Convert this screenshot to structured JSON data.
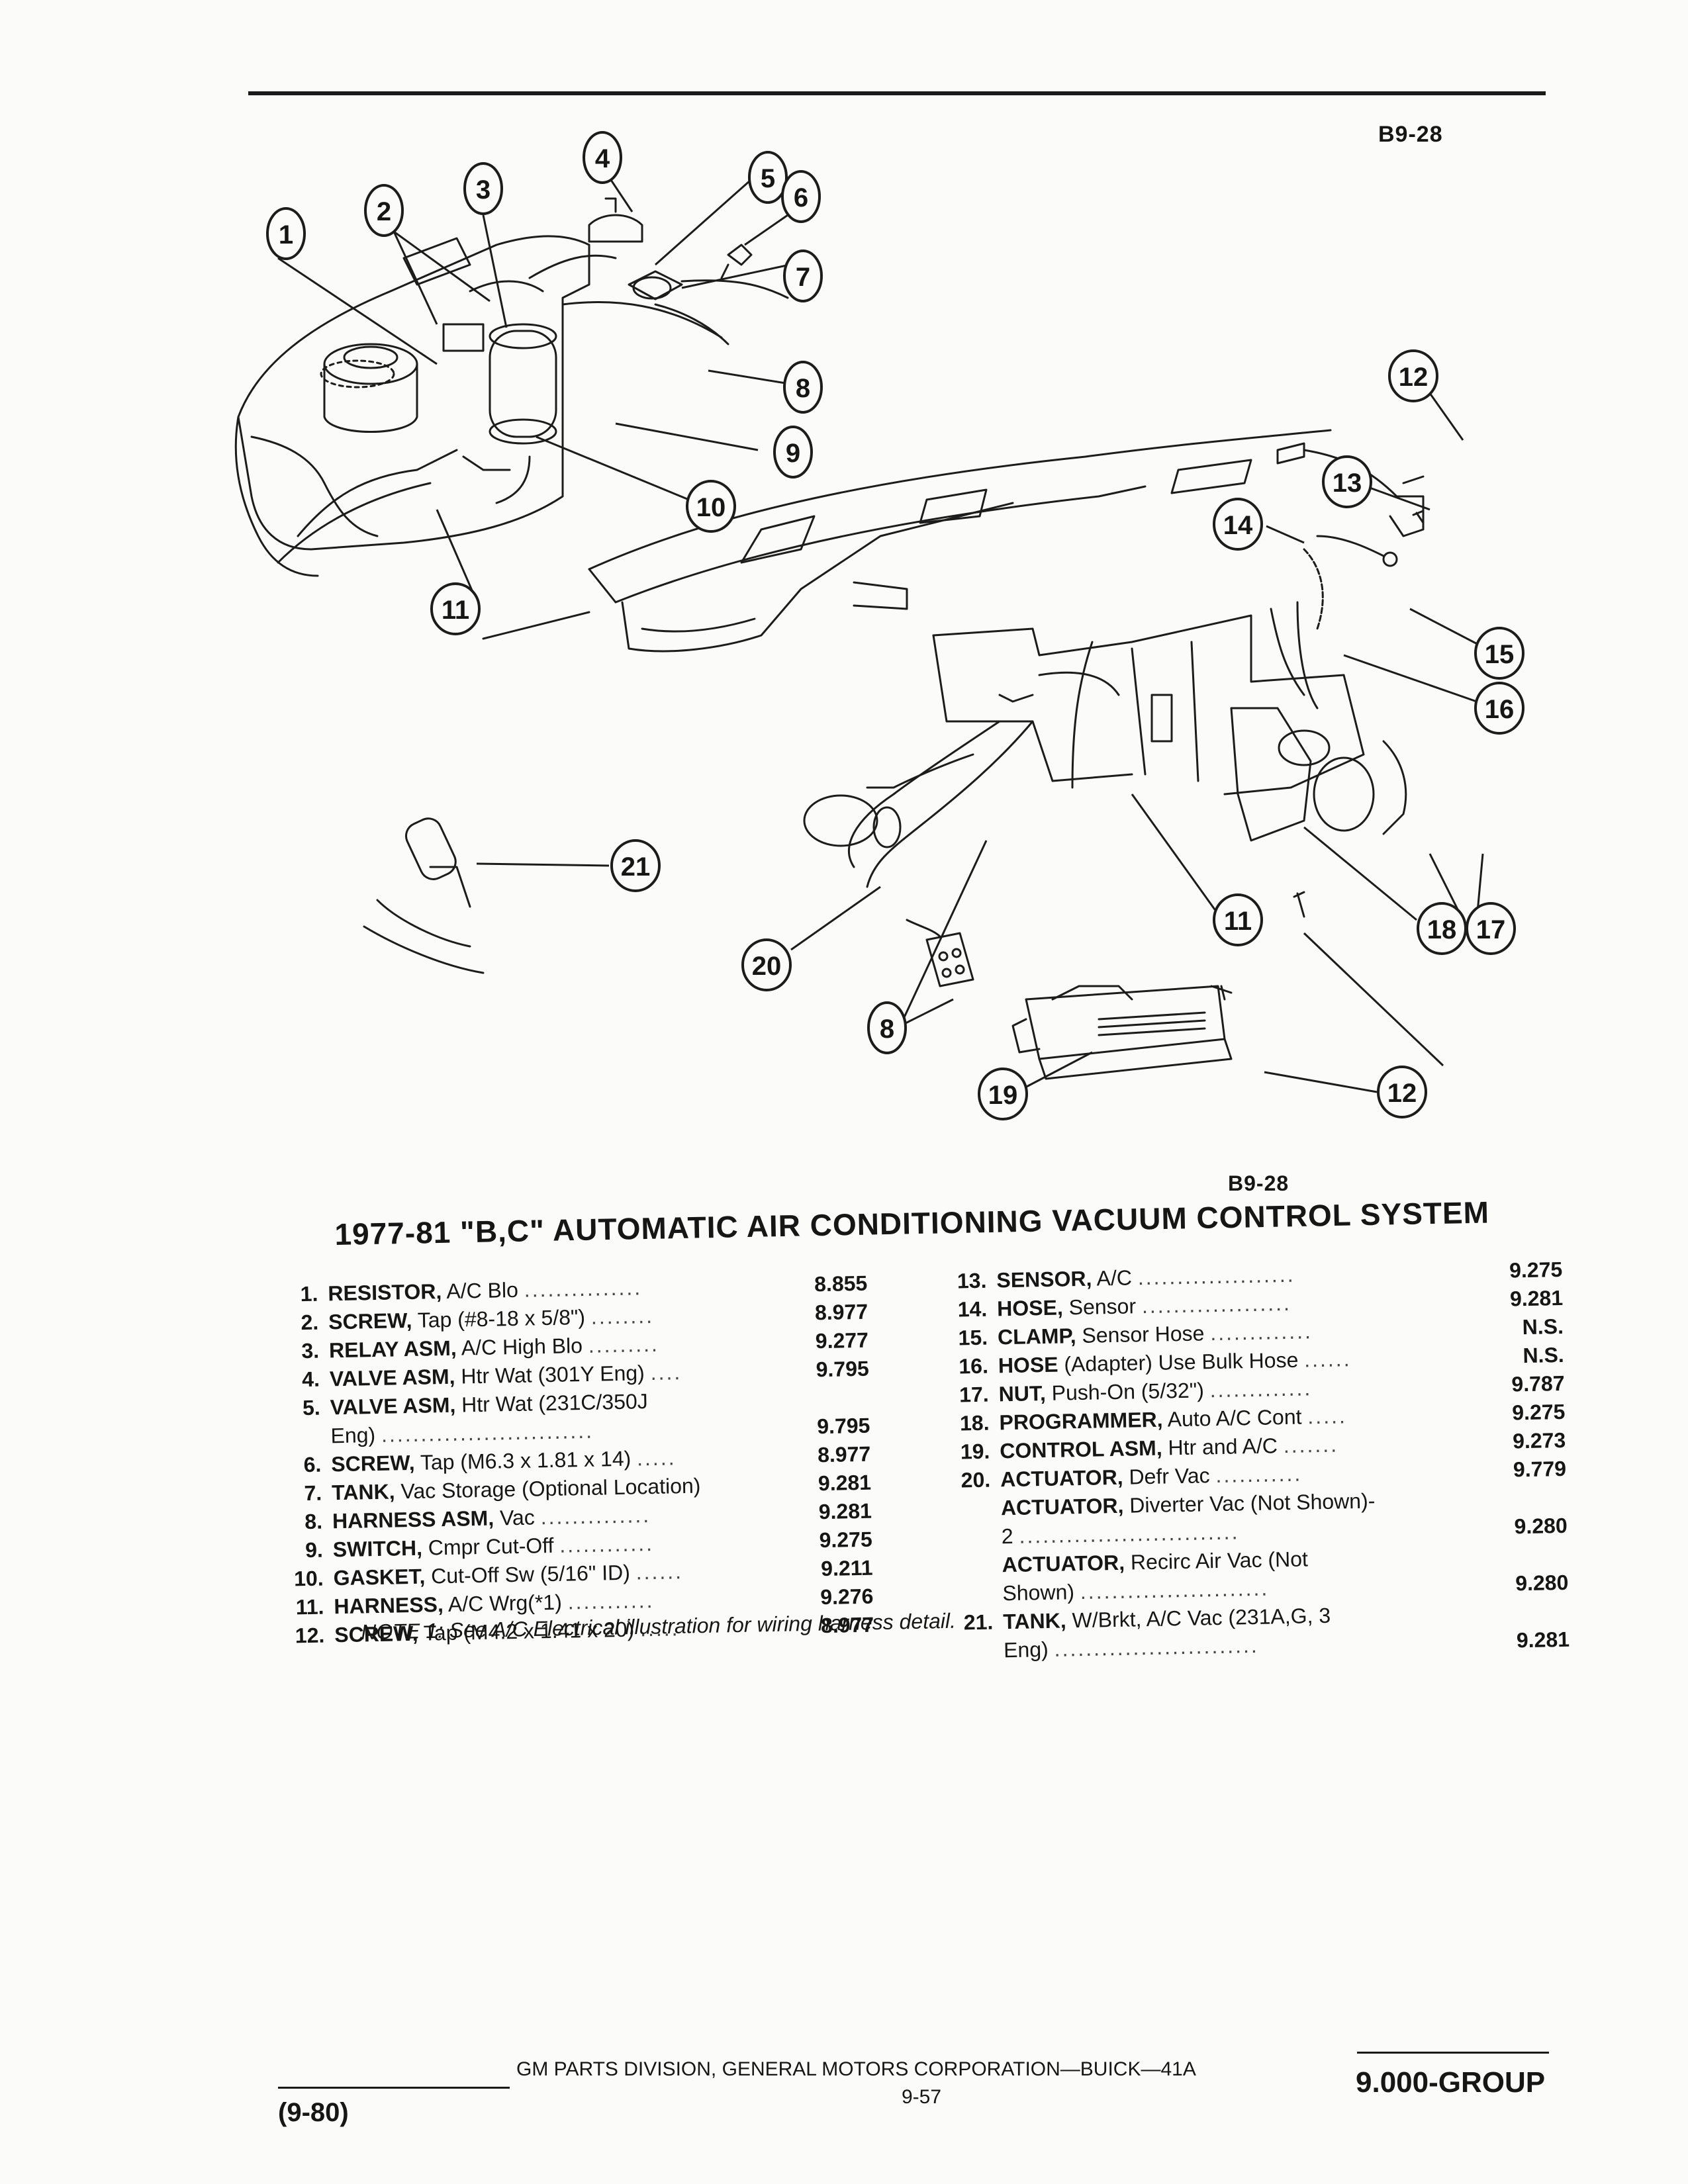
{
  "header": {
    "ref_top": "B9-28"
  },
  "diagram": {
    "ref_bottom": "B9-28",
    "callouts": [
      "1",
      "2",
      "3",
      "4",
      "5",
      "6",
      "7",
      "8",
      "9",
      "10",
      "11",
      "12",
      "13",
      "14",
      "15",
      "16",
      "17",
      "18",
      "19",
      "20",
      "21"
    ],
    "extra_callouts": [
      "8",
      "11",
      "12"
    ]
  },
  "title": "1977-81 \"B,C\" AUTOMATIC AIR CONDITIONING VACUUM CONTROL SYSTEM",
  "parts_left": [
    {
      "num": "1.",
      "name": "RESISTOR,",
      "desc": "A/C Blo",
      "dots": "...............",
      "value": "8.855"
    },
    {
      "num": "2.",
      "name": "SCREW,",
      "desc": "Tap (#8-18 x 5/8\")",
      "dots": "........",
      "value": "8.977"
    },
    {
      "num": "3.",
      "name": "RELAY ASM,",
      "desc": "A/C High Blo",
      "dots": ".........",
      "value": "9.277"
    },
    {
      "num": "4.",
      "name": "VALVE ASM,",
      "desc": "Htr Wat (301Y Eng)",
      "dots": "....",
      "value": "9.795"
    },
    {
      "num": "5.",
      "name": "VALVE ASM,",
      "desc": "Htr Wat (231C/350J",
      "dots": "",
      "value": ""
    },
    {
      "num": "",
      "name": "",
      "desc": "Eng)",
      "dots": "...........................",
      "value": "9.795"
    },
    {
      "num": "6.",
      "name": "SCREW,",
      "desc": "Tap (M6.3 x 1.81 x 14)",
      "dots": ".....",
      "value": "8.977"
    },
    {
      "num": "7.",
      "name": "TANK,",
      "desc": "Vac Storage (Optional Location)",
      "dots": "",
      "value": "9.281"
    },
    {
      "num": "8.",
      "name": "HARNESS ASM,",
      "desc": "Vac",
      "dots": "..............",
      "value": "9.281"
    },
    {
      "num": "9.",
      "name": "SWITCH,",
      "desc": "Cmpr Cut-Off",
      "dots": "............",
      "value": "9.275"
    },
    {
      "num": "10.",
      "name": "GASKET,",
      "desc": "Cut-Off Sw (5/16\" ID)",
      "dots": "......",
      "value": "9.211"
    },
    {
      "num": "11.",
      "name": "HARNESS,",
      "desc": "A/C Wrg(*1)",
      "dots": "...........",
      "value": "9.276"
    },
    {
      "num": "12.",
      "name": "SCREW,",
      "desc": "Tap (M4.2 x 1.41 x 20)",
      "dots": ".....",
      "value": "8.977"
    }
  ],
  "parts_right": [
    {
      "num": "13.",
      "name": "SENSOR,",
      "desc": "A/C",
      "dots": "....................",
      "value": "9.275"
    },
    {
      "num": "14.",
      "name": "HOSE,",
      "desc": "Sensor",
      "dots": "...................",
      "value": "9.281"
    },
    {
      "num": "15.",
      "name": "CLAMP,",
      "desc": "Sensor Hose",
      "dots": ".............",
      "value": "N.S."
    },
    {
      "num": "16.",
      "name": "HOSE",
      "desc": "(Adapter) Use Bulk Hose",
      "dots": "......",
      "value": "N.S."
    },
    {
      "num": "17.",
      "name": "NUT,",
      "desc": "Push-On (5/32\")",
      "dots": ".............",
      "value": "9.787"
    },
    {
      "num": "18.",
      "name": "PROGRAMMER,",
      "desc": "Auto A/C Cont",
      "dots": ".....",
      "value": "9.275"
    },
    {
      "num": "19.",
      "name": "CONTROL ASM,",
      "desc": "Htr and A/C",
      "dots": ".......",
      "value": "9.273"
    },
    {
      "num": "20.",
      "name": "ACTUATOR,",
      "desc": "Defr Vac",
      "dots": "...........",
      "value": "9.779"
    },
    {
      "num": "",
      "name": "ACTUATOR,",
      "desc": "Diverter Vac (Not Shown)-",
      "dots": "",
      "value": ""
    },
    {
      "num": "",
      "name": "",
      "desc": "2",
      "dots": "............................",
      "value": "9.280"
    },
    {
      "num": "",
      "name": "ACTUATOR,",
      "desc": "Recirc Air Vac (Not",
      "dots": "",
      "value": ""
    },
    {
      "num": "",
      "name": "",
      "desc": "Shown)",
      "dots": "........................",
      "value": "9.280"
    },
    {
      "num": "21.",
      "name": "TANK,",
      "desc": "W/Brkt, A/C Vac (231A,G, 3",
      "dots": "",
      "value": ""
    },
    {
      "num": "",
      "name": "",
      "desc": "Eng)",
      "dots": "..........................",
      "value": "9.281"
    }
  ],
  "note": "NOTE 1: See A/C Electrical illustration for wiring harness detail.",
  "footer": {
    "division": "GM PARTS DIVISION, GENERAL MOTORS CORPORATION—BUICK—41A",
    "page": "9-57",
    "date": "(9-80)",
    "group": "9.000-GROUP"
  }
}
